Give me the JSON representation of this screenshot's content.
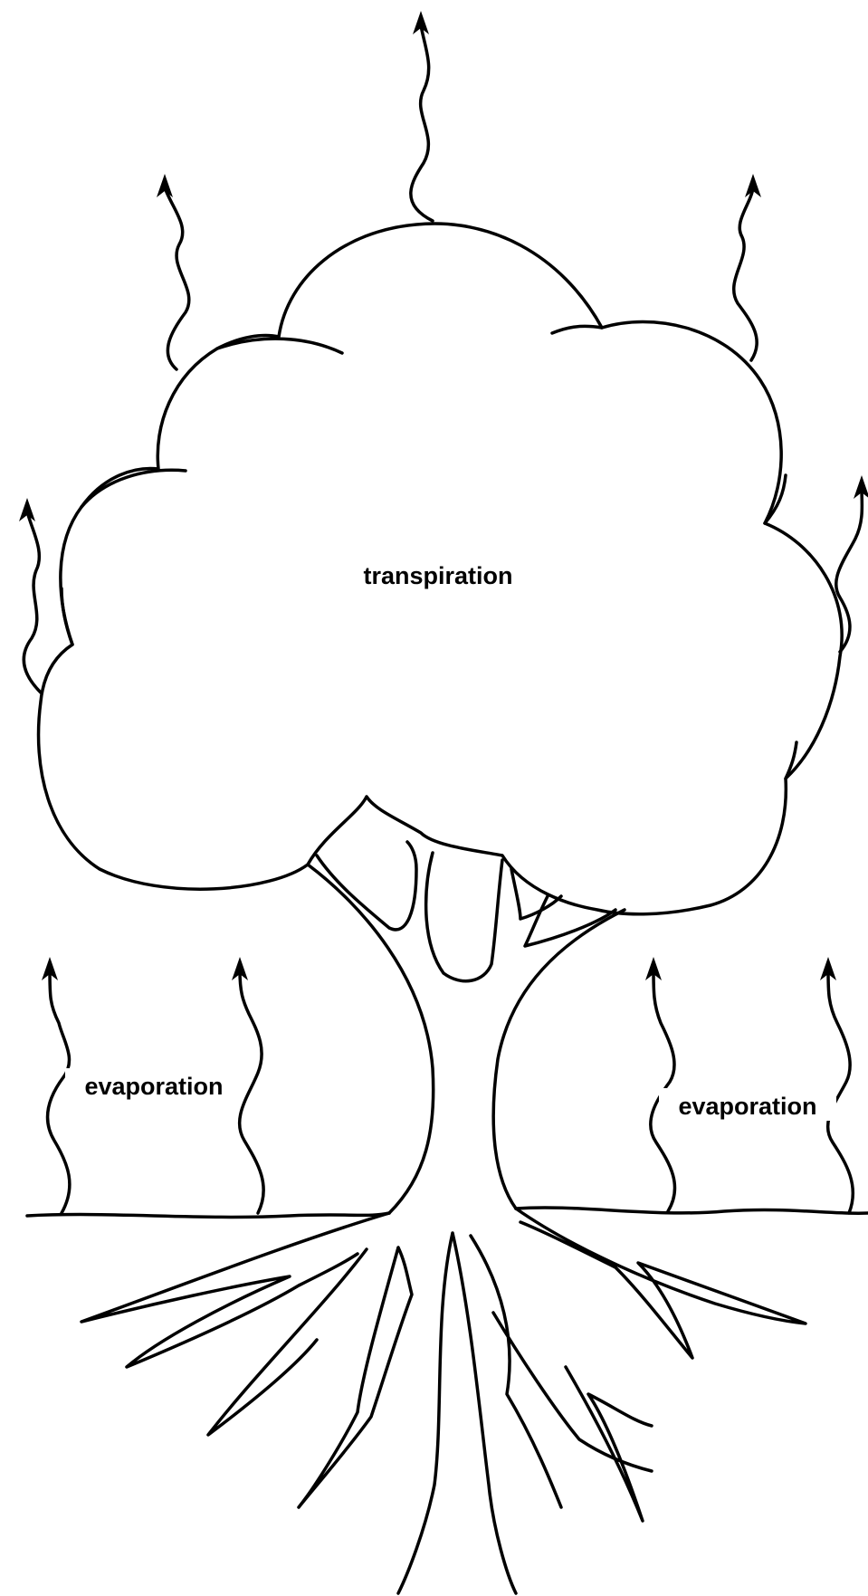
{
  "diagram": {
    "labels": {
      "canopy": "transpiration",
      "ground_left": "evaporation",
      "ground_right": "evaporation"
    },
    "colors": {
      "ink": "#000000",
      "background": "#ffffff"
    }
  }
}
